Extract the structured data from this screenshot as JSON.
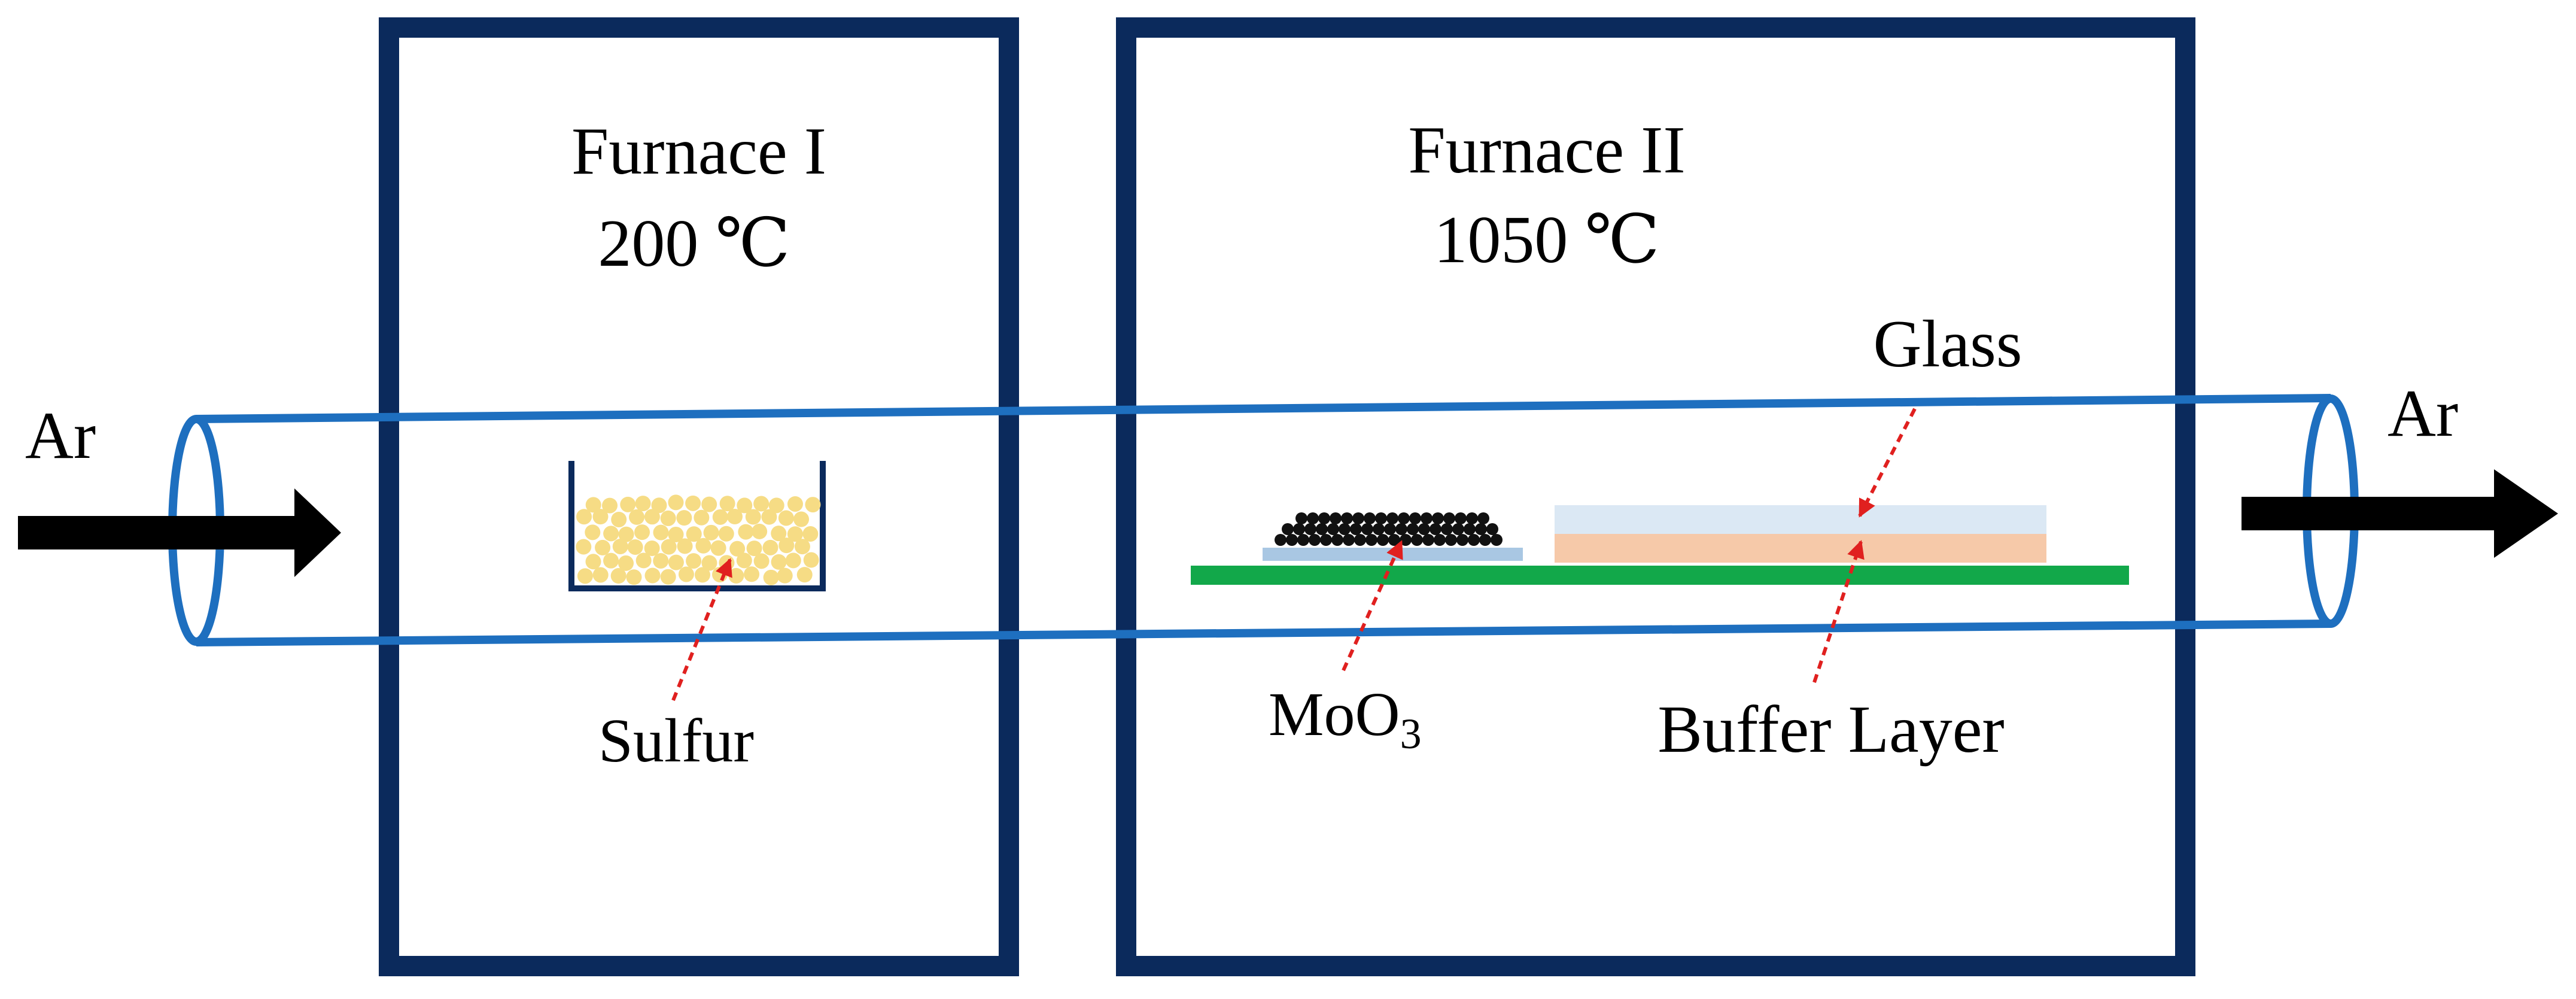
{
  "furnaces": [
    {
      "name": "Furnace I",
      "temperature": "200 ℃"
    },
    {
      "name": "Furnace II",
      "temperature": "1050 ℃"
    }
  ],
  "gas": {
    "inlet": "Ar",
    "outlet": "Ar"
  },
  "materials": {
    "sulfur": "Sulfur",
    "moo3_base": "MoO",
    "moo3_sub": "3",
    "glass": "Glass",
    "buffer": "Buffer Layer"
  },
  "colors": {
    "furnace_border": "#0b2a5c",
    "tube": "#1e6fbf",
    "arrow": "#000000",
    "sulfur_particle": "#f6dc85",
    "boat": "#0b2a5c",
    "moo3_particle": "#111111",
    "moo3_plate": "#a9c7e3",
    "glass": "#dbe8f4",
    "buffer": "#f6c9a9",
    "substrate": "#12a84a",
    "pointer": "#e0201f"
  }
}
